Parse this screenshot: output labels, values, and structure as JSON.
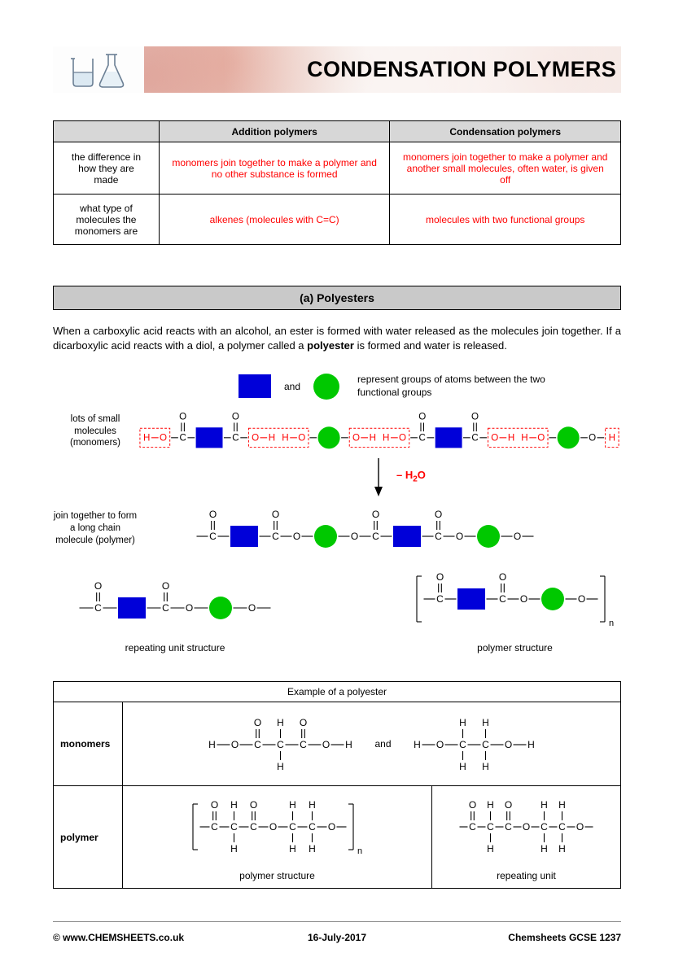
{
  "header": {
    "title": "CONDENSATION POLYMERS"
  },
  "comparison_table": {
    "col_addition": "Addition polymers",
    "col_condensation": "Condensation polymers",
    "rows": [
      {
        "label": "the difference in how they are made",
        "addition": "monomers join together to make a polymer and no other substance is formed",
        "condensation": "monomers join together to make a polymer and another small molecules, often water, is given off"
      },
      {
        "label": "what type of molecules the monomers are",
        "addition": "alkenes (molecules with C=C)",
        "condensation": "molecules with two functional groups"
      }
    ]
  },
  "section_a": {
    "title": "(a) Polyesters"
  },
  "intro": {
    "part1": "When a carboxylic acid reacts with an alcohol, an ester is formed with water released as the molecules join together. If a dicarboxylic acid reacts with a diol, a polymer called a ",
    "bold": "polyester",
    "part2": " is formed and water is released."
  },
  "legend": {
    "and_label": "and",
    "caption": "represent groups of atoms between the two functional groups"
  },
  "labels": {
    "monomers": "lots of small molecules (monomers)",
    "polymer": "join together to form a long chain molecule (polymer)"
  },
  "arrow": {
    "label_pre": "– H",
    "label_sub": "2",
    "label_post": "O"
  },
  "captions": {
    "repeating_unit_structure": "repeating unit structure",
    "polymer_structure": "polymer structure"
  },
  "example_table": {
    "title": "Example of a polyester",
    "monomers_label": "monomers",
    "and_label": "and",
    "polymer_label": "polymer",
    "polymer_structure_caption": "polymer structure",
    "repeating_unit_caption": "repeating unit"
  },
  "footer": {
    "copyright": "© www.CHEMSHEETS.co.uk",
    "date": "16-July-2017",
    "ref": "Chemsheets GCSE 1237"
  },
  "colors": {
    "blue": "#0000d9",
    "green": "#00c800",
    "red": "#ff0000"
  },
  "diagrams": {
    "monomers_chain": [
      {
        "t": "boxstart"
      },
      {
        "t": "atom",
        "v": "H",
        "c": "r"
      },
      {
        "t": "bond",
        "c": "r"
      },
      {
        "t": "atom",
        "v": "O",
        "c": "r"
      },
      {
        "t": "boxend"
      },
      {
        "t": "bond"
      },
      {
        "t": "cO"
      },
      {
        "t": "bond"
      },
      {
        "t": "sq"
      },
      {
        "t": "bond"
      },
      {
        "t": "cO"
      },
      {
        "t": "bond"
      },
      {
        "t": "boxstart"
      },
      {
        "t": "atom",
        "v": "O",
        "c": "r"
      },
      {
        "t": "bond",
        "c": "r"
      },
      {
        "t": "atom",
        "v": "H",
        "c": "r"
      },
      {
        "t": "gap"
      },
      {
        "t": "atom",
        "v": "H",
        "c": "r"
      },
      {
        "t": "bond",
        "c": "r"
      },
      {
        "t": "atom",
        "v": "O",
        "c": "r"
      },
      {
        "t": "boxend"
      },
      {
        "t": "bond"
      },
      {
        "t": "ci"
      },
      {
        "t": "bond"
      },
      {
        "t": "boxstart"
      },
      {
        "t": "atom",
        "v": "O",
        "c": "r"
      },
      {
        "t": "bond",
        "c": "r"
      },
      {
        "t": "atom",
        "v": "H",
        "c": "r"
      },
      {
        "t": "gap"
      },
      {
        "t": "atom",
        "v": "H",
        "c": "r"
      },
      {
        "t": "bond",
        "c": "r"
      },
      {
        "t": "atom",
        "v": "O",
        "c": "r"
      },
      {
        "t": "boxend"
      },
      {
        "t": "bond"
      },
      {
        "t": "cO"
      },
      {
        "t": "bond"
      },
      {
        "t": "sq"
      },
      {
        "t": "bond"
      },
      {
        "t": "cO"
      },
      {
        "t": "bond"
      },
      {
        "t": "boxstart"
      },
      {
        "t": "atom",
        "v": "O",
        "c": "r"
      },
      {
        "t": "bond",
        "c": "r"
      },
      {
        "t": "atom",
        "v": "H",
        "c": "r"
      },
      {
        "t": "gap"
      },
      {
        "t": "atom",
        "v": "H",
        "c": "r"
      },
      {
        "t": "bond",
        "c": "r"
      },
      {
        "t": "atom",
        "v": "O",
        "c": "r"
      },
      {
        "t": "boxend"
      },
      {
        "t": "bond"
      },
      {
        "t": "ci"
      },
      {
        "t": "bond"
      },
      {
        "t": "atom",
        "v": "O"
      },
      {
        "t": "bond"
      },
      {
        "t": "boxstart"
      },
      {
        "t": "atom",
        "v": "H",
        "c": "r"
      },
      {
        "t": "boxend"
      }
    ],
    "polymer_chain": [
      {
        "t": "bond"
      },
      {
        "t": "cO"
      },
      {
        "t": "bond"
      },
      {
        "t": "sq"
      },
      {
        "t": "bond"
      },
      {
        "t": "cO"
      },
      {
        "t": "bond"
      },
      {
        "t": "atom",
        "v": "O"
      },
      {
        "t": "bond"
      },
      {
        "t": "ci"
      },
      {
        "t": "bond"
      },
      {
        "t": "atom",
        "v": "O"
      },
      {
        "t": "bond"
      },
      {
        "t": "cO"
      },
      {
        "t": "bond"
      },
      {
        "t": "sq"
      },
      {
        "t": "bond"
      },
      {
        "t": "cO"
      },
      {
        "t": "bond"
      },
      {
        "t": "atom",
        "v": "O"
      },
      {
        "t": "bond"
      },
      {
        "t": "ci"
      },
      {
        "t": "bond"
      },
      {
        "t": "atom",
        "v": "O"
      },
      {
        "t": "bond"
      }
    ],
    "repeating_unit": [
      {
        "t": "bond"
      },
      {
        "t": "cO"
      },
      {
        "t": "bond"
      },
      {
        "t": "sq"
      },
      {
        "t": "bond"
      },
      {
        "t": "cO"
      },
      {
        "t": "bond"
      },
      {
        "t": "atom",
        "v": "O"
      },
      {
        "t": "bond"
      },
      {
        "t": "ci"
      },
      {
        "t": "bond"
      },
      {
        "t": "atom",
        "v": "O"
      },
      {
        "t": "bond"
      }
    ],
    "polymer_structure": [
      {
        "t": "brkL"
      },
      {
        "t": "bond"
      },
      {
        "t": "cO"
      },
      {
        "t": "bond"
      },
      {
        "t": "sq"
      },
      {
        "t": "bond"
      },
      {
        "t": "cO"
      },
      {
        "t": "bond"
      },
      {
        "t": "atom",
        "v": "O"
      },
      {
        "t": "bond"
      },
      {
        "t": "ci"
      },
      {
        "t": "bond"
      },
      {
        "t": "atom",
        "v": "O"
      },
      {
        "t": "bond"
      },
      {
        "t": "brkR"
      },
      {
        "t": "sub",
        "v": "n"
      }
    ],
    "example_monomer_acid": [
      {
        "t": "atom",
        "v": "H"
      },
      {
        "t": "bond"
      },
      {
        "t": "atom",
        "v": "O"
      },
      {
        "t": "bond"
      },
      {
        "t": "cO"
      },
      {
        "t": "bond"
      },
      {
        "t": "cH"
      },
      {
        "t": "bond"
      },
      {
        "t": "cO"
      },
      {
        "t": "bond"
      },
      {
        "t": "atom",
        "v": "O"
      },
      {
        "t": "bond"
      },
      {
        "t": "atom",
        "v": "H"
      }
    ],
    "example_monomer_diol": [
      {
        "t": "atom",
        "v": "H"
      },
      {
        "t": "bond"
      },
      {
        "t": "atom",
        "v": "O"
      },
      {
        "t": "bond"
      },
      {
        "t": "cH"
      },
      {
        "t": "bond"
      },
      {
        "t": "cH"
      },
      {
        "t": "bond"
      },
      {
        "t": "atom",
        "v": "O"
      },
      {
        "t": "bond"
      },
      {
        "t": "atom",
        "v": "H"
      }
    ],
    "example_polymer_structure": [
      {
        "t": "brkL"
      },
      {
        "t": "bond"
      },
      {
        "t": "cO"
      },
      {
        "t": "bond"
      },
      {
        "t": "cH"
      },
      {
        "t": "bond"
      },
      {
        "t": "cO"
      },
      {
        "t": "bond"
      },
      {
        "t": "atom",
        "v": "O"
      },
      {
        "t": "bond"
      },
      {
        "t": "cH"
      },
      {
        "t": "bond"
      },
      {
        "t": "cH"
      },
      {
        "t": "bond"
      },
      {
        "t": "atom",
        "v": "O"
      },
      {
        "t": "bond"
      },
      {
        "t": "brkR"
      },
      {
        "t": "sub",
        "v": "n"
      }
    ],
    "example_repeating_unit": [
      {
        "t": "bond"
      },
      {
        "t": "cO"
      },
      {
        "t": "bond"
      },
      {
        "t": "cH"
      },
      {
        "t": "bond"
      },
      {
        "t": "cO"
      },
      {
        "t": "bond"
      },
      {
        "t": "atom",
        "v": "O"
      },
      {
        "t": "bond"
      },
      {
        "t": "cH"
      },
      {
        "t": "bond"
      },
      {
        "t": "cH"
      },
      {
        "t": "bond"
      },
      {
        "t": "atom",
        "v": "O"
      },
      {
        "t": "bond"
      }
    ]
  }
}
